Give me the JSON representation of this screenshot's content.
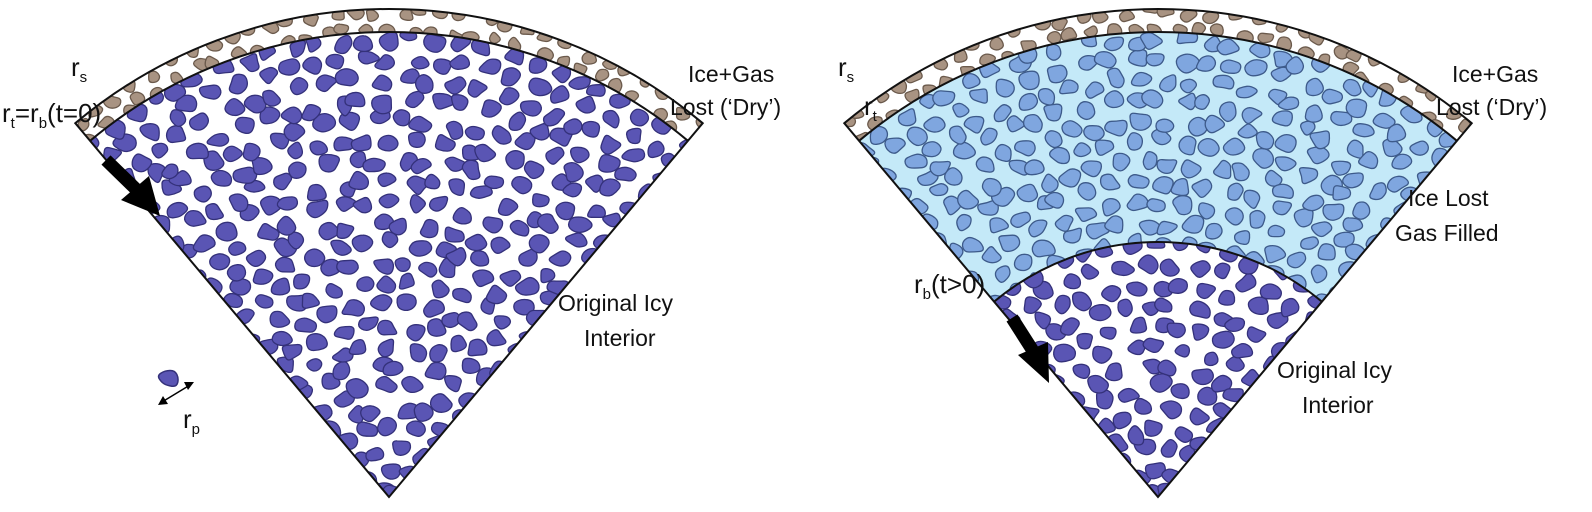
{
  "panel_left": {
    "outer_radius_label": "r",
    "outer_radius_sub": "s",
    "boundary_label_1": "r",
    "boundary_label_1_sub": "t",
    "boundary_label_eq": "=r",
    "boundary_label_2_sub": "b",
    "boundary_label_time": "(t=0)",
    "dry_layer_label_line1": "Ice+Gas",
    "dry_layer_label_line2": "Lost (‘Dry’)",
    "interior_label_line1": "Original Icy",
    "interior_label_line2": "Interior",
    "particle_radius_label": "r",
    "particle_radius_sub": "p"
  },
  "panel_right": {
    "outer_radius_label": "r",
    "outer_radius_sub": "s",
    "top_boundary_label": "r",
    "top_boundary_sub": "t",
    "dry_layer_label_line1": "Ice+Gas",
    "dry_layer_label_line2": "Lost (‘Dry’)",
    "gas_zone_label_line1": "Ice Lost",
    "gas_zone_label_line2": "Gas Filled",
    "front_label": "r",
    "front_label_sub": "b",
    "front_label_time": "(t>0)",
    "interior_label_line1": "Original Icy",
    "interior_label_line2": "Interior"
  },
  "colors": {
    "icy_grain": "#5a55b4",
    "icy_grain_outline": "#34317a",
    "dry_grain": "#a89382",
    "dry_grain_outline": "#6b5a4c",
    "gas_zone_fill": "#c4e9f8",
    "gas_zone_grain": "#7fa6df",
    "gas_zone_grain_outline": "#3d5a8a",
    "arrow": "#000000"
  }
}
